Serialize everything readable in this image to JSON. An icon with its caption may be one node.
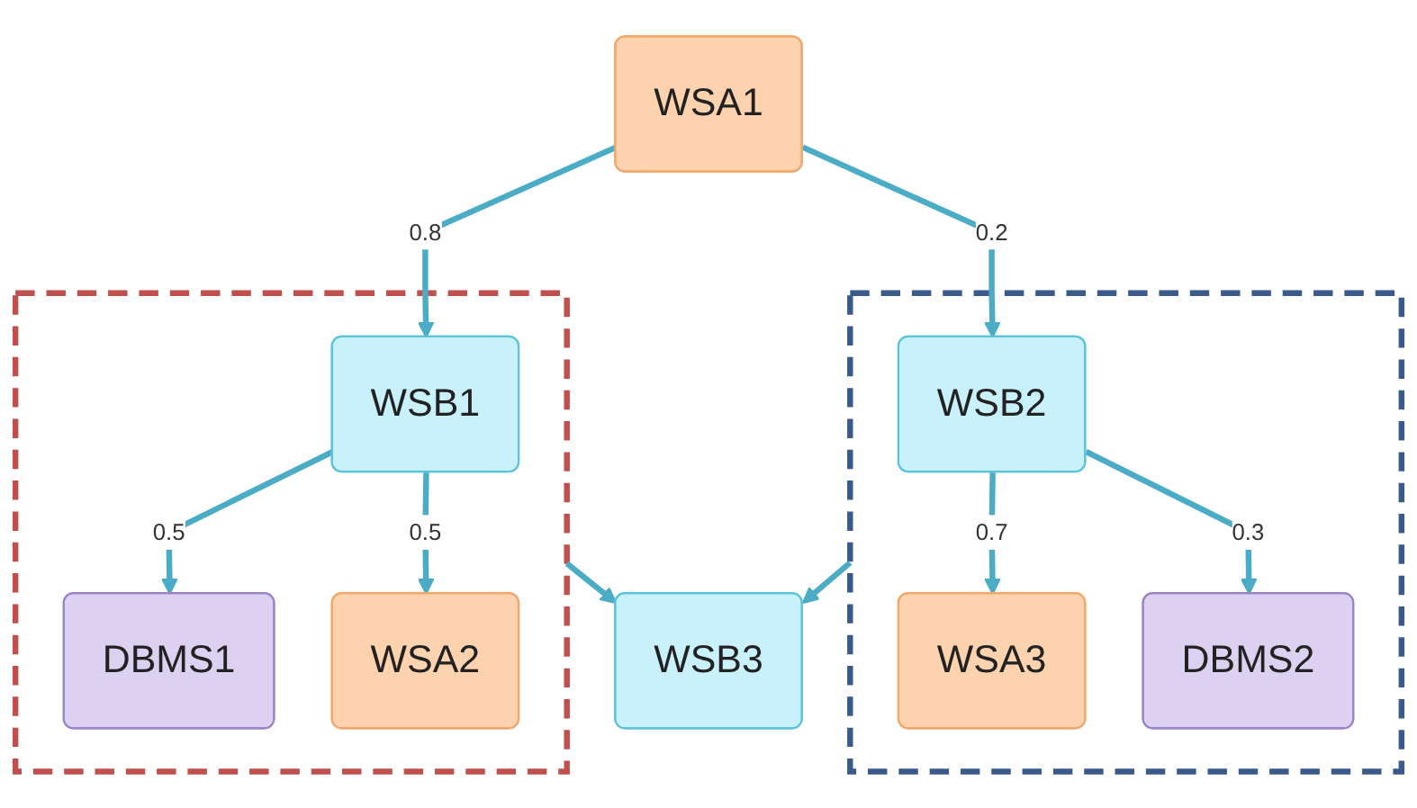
{
  "diagram": {
    "nodes": [
      {
        "text": [
          "WSA1"
        ]
      },
      {
        "text": [],
        "shape": "box"
      },
      {
        "text": [
          "WSB1"
        ],
        "in": 1
      },
      {
        "text": [
          "DBMS1"
        ],
        "in": 1
      },
      {
        "text": [
          "WSA2"
        ],
        "in": 1
      },
      {
        "text": [],
        "shape": "box"
      },
      {
        "text": [
          "WSB2"
        ],
        "in": 5
      },
      {
        "text": [
          "WSA3"
        ],
        "in": 5
      },
      {
        "text": [
          "DBMS2"
        ],
        "in": 5
      },
      {
        "text": [
          "WSB3"
        ]
      }
    ],
    "edges": [
      {
        "from": 0,
        "to": 2,
        "arrow": "to",
        "label": "0.8"
      },
      {
        "from": 0,
        "to": 6,
        "arrow": "to",
        "label": "0.2"
      },
      {
        "from": 2,
        "to": 3,
        "arrow": "to",
        "label": "0.5"
      },
      {
        "from": 2,
        "to": 4,
        "arrow": "to",
        "label": "0.5"
      },
      {
        "from": 6,
        "to": 7,
        "arrow": "to",
        "label": "0.7"
      },
      {
        "from": 6,
        "to": 8,
        "arrow": "to",
        "label": "0.3"
      },
      {
        "from": 1,
        "to": 9,
        "arrow": "to"
      },
      {
        "from": 5,
        "to": 9,
        "arrow": "to"
      }
    ]
  }
}
